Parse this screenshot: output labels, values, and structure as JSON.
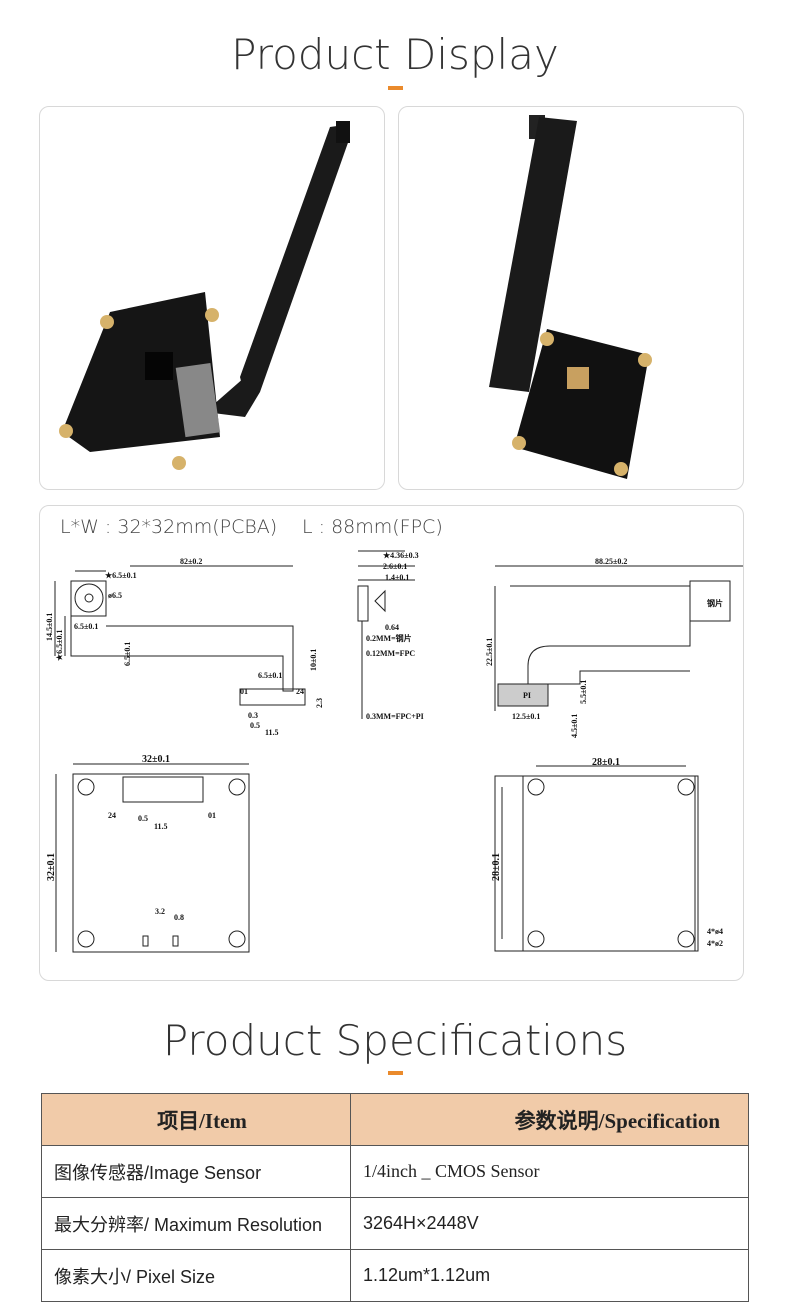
{
  "display": {
    "title": "Product Display"
  },
  "dimensions": {
    "pcba_size": "L*W : 32*32mm(PCBA)",
    "fpc_length": "L : 88mm(FPC)",
    "labels": {
      "d82": "82±0.2",
      "d65a": "★6.5±0.1",
      "phi65": "ø6.5",
      "d145": "14.5±0.1",
      "d65b": "★6.5±0.1",
      "d65c": "6.5±0.1",
      "d65d": "6.5±0.1",
      "d65e": "6.5±0.1",
      "d10": "10±0.1",
      "p01": "01",
      "p24": "24",
      "d23": "2.3",
      "d03": "0.3",
      "d05": "0.5",
      "d115": "11.5",
      "s436": "★4.36±0.3",
      "s26": "2.6±0.1",
      "s14": "1.4±0.1",
      "s064": "0.64",
      "s02": "0.2MM=钢片",
      "s012": "0.12MM=FPC",
      "s03": "0.3MM=FPC+PI",
      "r8825": "88.25±0.2",
      "r225": "22.5±0.1",
      "rsteel": "钢片",
      "rpi": "PI",
      "r125": "12.5±0.1",
      "r55": "5.5±0.1",
      "r45": "4.5±0.1",
      "b32w": "32±0.1",
      "b32h": "32±0.1",
      "b24": "24",
      "b01": "01",
      "b05": "0.5",
      "b115": "11.5",
      "b32": "3.2",
      "b08": "0.8",
      "h28w": "28±0.1",
      "h28h": "28±0.1",
      "h4a": "4*ø4",
      "h4b": "4*ø2"
    }
  },
  "specs": {
    "title": "Product Specifications",
    "headers": [
      "项目/Item",
      "参数说明/Specification"
    ],
    "rows": [
      [
        "图像传感器/Image Sensor",
        "1/4inch _ CMOS Sensor"
      ],
      [
        "最大分辨率/ Maximum Resolution",
        "3264H×2448V"
      ],
      [
        "像素大小/ Pixel Size",
        "1.12um*1.12um"
      ]
    ]
  }
}
